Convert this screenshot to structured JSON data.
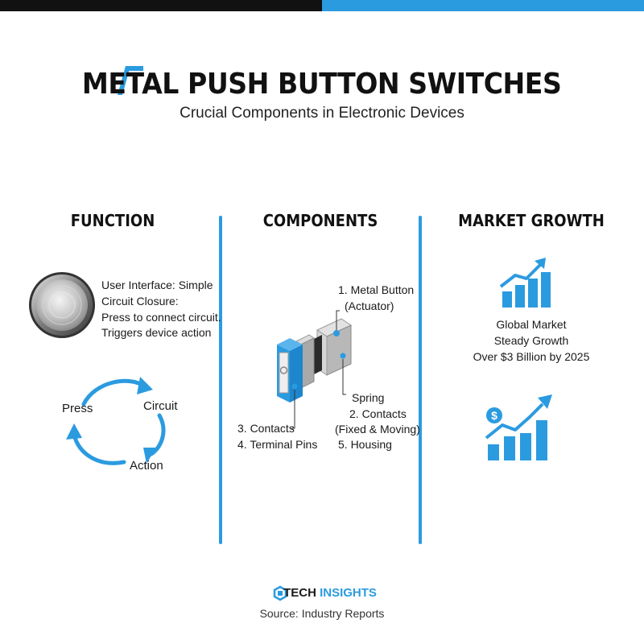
{
  "header": {
    "title": "METAL PUSH BUTTON SWITCHES",
    "subtitle": "Crucial Components in Electronic Devices"
  },
  "columns": {
    "function": {
      "heading": "FUNCTION",
      "lines": [
        "User Interface: Simple",
        "Circuit Closure:",
        "Press to connect circuit.",
        "Triggers device action"
      ],
      "cycle": {
        "press": "Press",
        "circuit": "Circuit",
        "action": "Action"
      }
    },
    "components": {
      "heading": "COMPONENTS",
      "labels": {
        "metal_button": "1. Metal Button",
        "actuator": "(Actuator)",
        "spring": "Spring",
        "contacts2": "2. Contacts",
        "fixed_moving": "(Fixed & Moving)",
        "housing": "5. Housing",
        "contacts3": "3. Contacts",
        "terminal_pins": "4. Terminal Pins"
      }
    },
    "market": {
      "heading": "MARKET GROWTH",
      "lines": [
        "Global Market",
        "Steady Growth",
        "Over $3 Billion by 2025"
      ]
    }
  },
  "footer": {
    "brand_part1": "TECH",
    "brand_part2": "INSIGHTS",
    "source": "Source: Industry Reports"
  },
  "colors": {
    "accent": "#2b9be0",
    "dark": "#111111"
  },
  "icons": [
    "metal-button-icon",
    "cycle-arrows-icon",
    "switch-component-icon",
    "bar-growth-icon",
    "dollar-growth-icon",
    "tech-logo-icon"
  ]
}
